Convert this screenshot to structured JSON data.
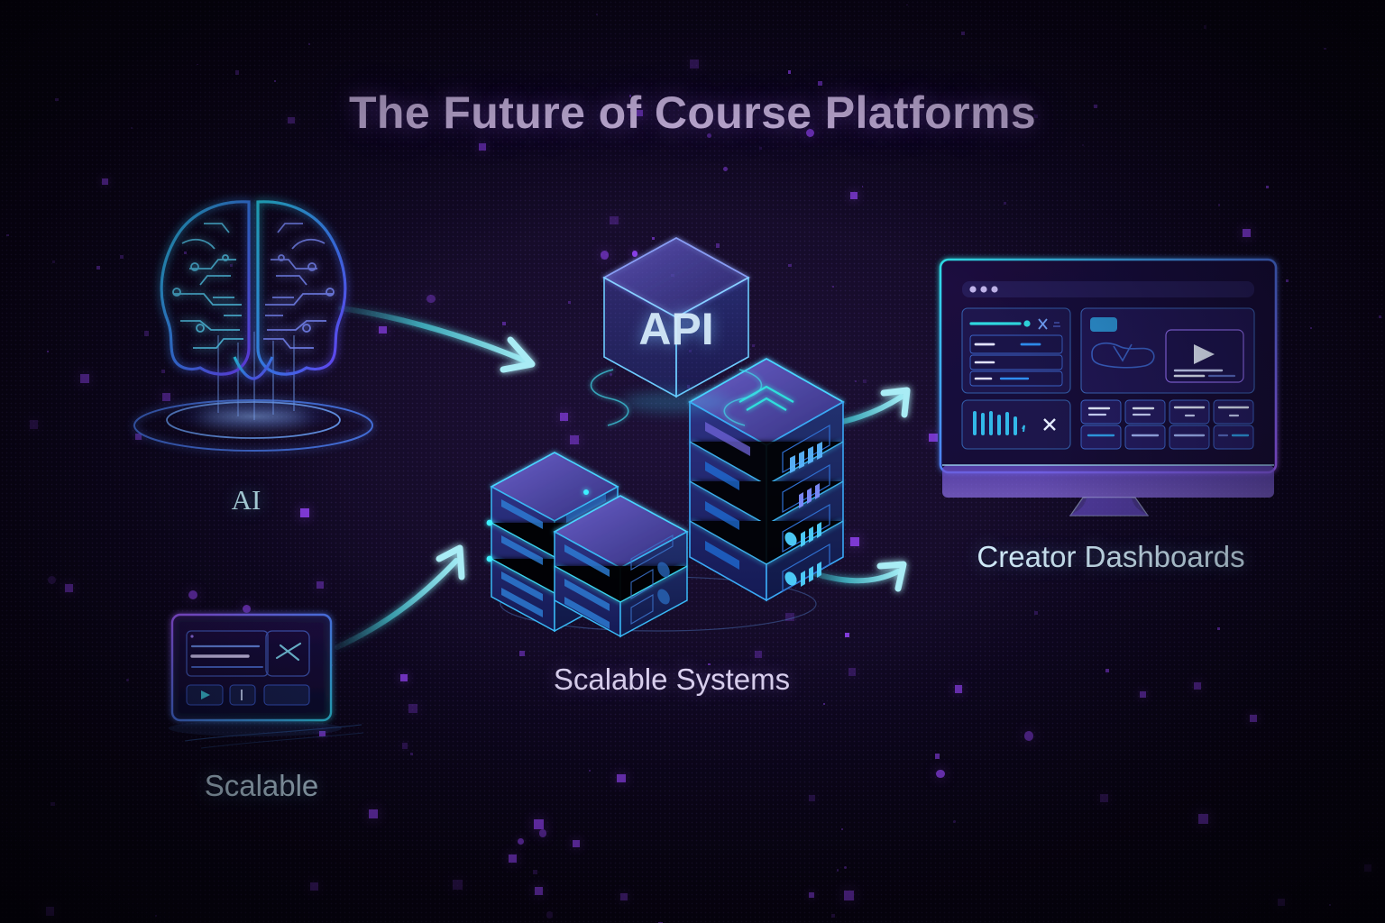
{
  "page": {
    "title": "The Future of Course Platforms",
    "background_color": "#120a22",
    "accent_cyan": "#4fd8e8",
    "accent_blue": "#3a7cf0",
    "accent_purple": "#8a3fe8",
    "title_color": "#d9c3f2"
  },
  "nodes": {
    "ai": {
      "label": "AI",
      "icon": "brain-circuit-hologram",
      "label_color": "#b9e4ef"
    },
    "scalable": {
      "label": "Scalable",
      "icon": "laptop-screen",
      "label_color": "#c9e6f5"
    },
    "systems": {
      "label": "Scalable Systems",
      "icon": "server-stack-isometric",
      "label_color": "#ded4f3"
    },
    "api": {
      "label": "API",
      "icon": "glass-cube",
      "label_color": "#cfe8fb"
    },
    "dashboards": {
      "label": "Creator Dashboards",
      "icon": "desktop-monitor",
      "label_color": "#cfe9f7"
    }
  },
  "connections": [
    {
      "name": "ai-to-api",
      "from": "ai",
      "to": "api",
      "style": "curved-arrow",
      "color": "#5fd4dd"
    },
    {
      "name": "scalable-to-systems",
      "from": "scalable",
      "to": "systems",
      "style": "curved-arrow",
      "color": "#5fd4dd"
    },
    {
      "name": "api-to-dashboards",
      "from": "api",
      "to": "dashboards",
      "style": "curved-arrow",
      "color": "#5fd4dd"
    },
    {
      "name": "systems-to-dashboards",
      "from": "systems",
      "to": "dashboards",
      "style": "curved-arrow",
      "color": "#5fd4dd"
    }
  ],
  "dashboard_screen": {
    "window_dots": 3,
    "panels": [
      {
        "name": "metrics-panel",
        "rows": 3,
        "has_slider": true,
        "has_close_icon": true
      },
      {
        "name": "media-panel",
        "has_play_button": true,
        "has_thumbnail": true
      },
      {
        "name": "chart-panel",
        "bars": 6,
        "has_close_icon": true
      },
      {
        "name": "stat-cards",
        "count": 4
      }
    ]
  },
  "laptop_screen": {
    "text_rows": 3,
    "has_chart_tile": true,
    "buttons": 3,
    "has_play_icon": true
  }
}
